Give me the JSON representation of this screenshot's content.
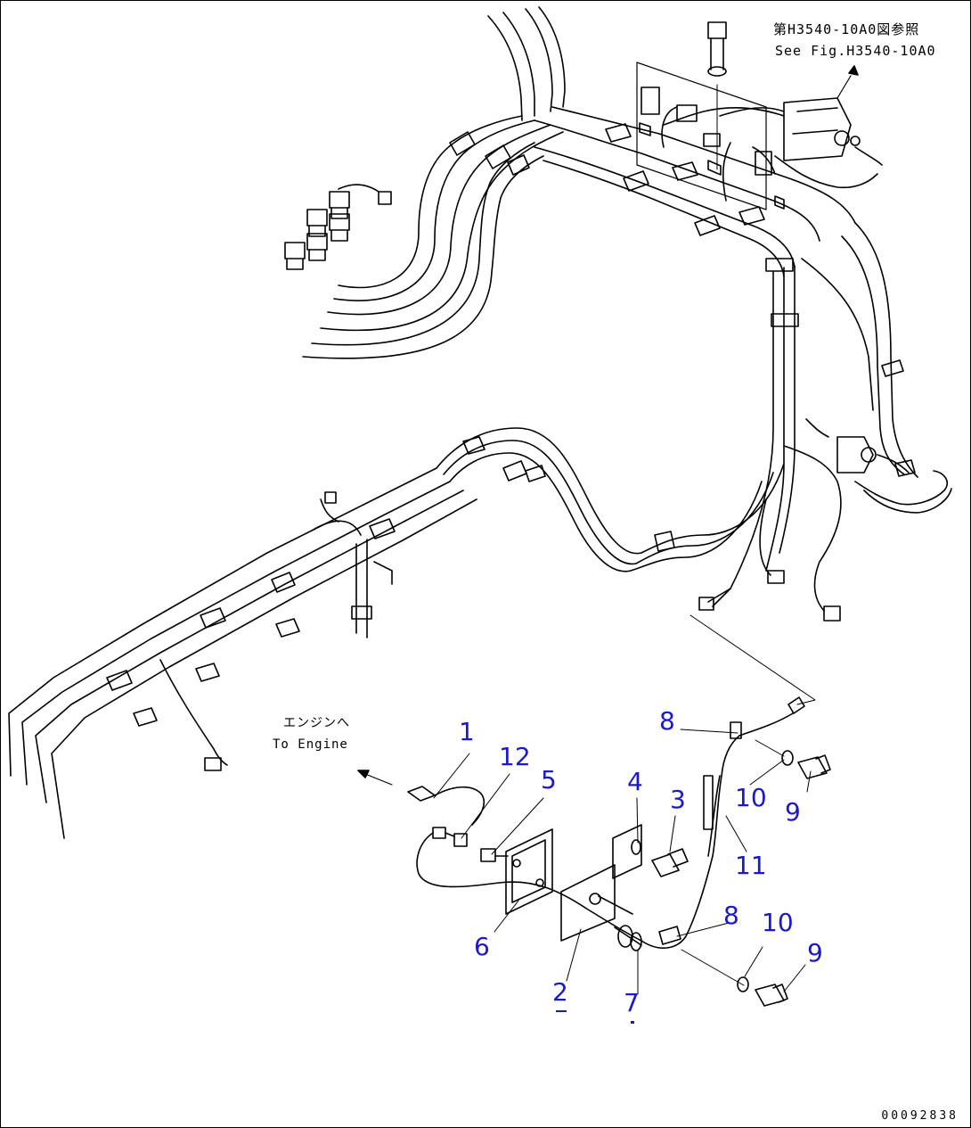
{
  "reference": {
    "jp": "第H3540-10A0図参照",
    "en": "See Fig.H3540-10A0"
  },
  "engine_note": {
    "jp": "エンジンへ",
    "en": "To Engine"
  },
  "callouts": [
    {
      "id": "c1",
      "label": "1"
    },
    {
      "id": "c12",
      "label": "12"
    },
    {
      "id": "c5",
      "label": "5"
    },
    {
      "id": "c4",
      "label": "4"
    },
    {
      "id": "c3",
      "label": "3"
    },
    {
      "id": "c8a",
      "label": "8"
    },
    {
      "id": "c10a",
      "label": "10"
    },
    {
      "id": "c9a",
      "label": "9"
    },
    {
      "id": "c11",
      "label": "11"
    },
    {
      "id": "c8b",
      "label": "8"
    },
    {
      "id": "c10b",
      "label": "10"
    },
    {
      "id": "c9b",
      "label": "9"
    },
    {
      "id": "c6",
      "label": "6"
    },
    {
      "id": "c2",
      "label": "2"
    },
    {
      "id": "c7",
      "label": "7"
    }
  ],
  "drawing_id": "00092838",
  "colors": {
    "callout": "#1a1acc",
    "line": "#000000"
  }
}
